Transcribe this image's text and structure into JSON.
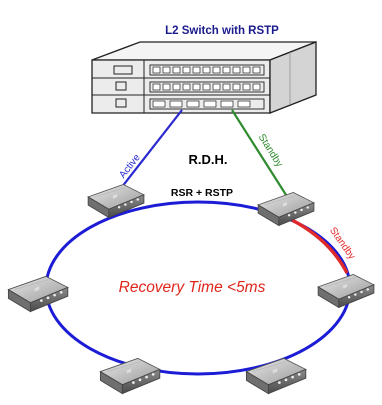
{
  "switch": {
    "title": "L2 Switch with RSTP",
    "icon": "switch-icon"
  },
  "uplinks": {
    "active_label": "Active",
    "standby_label": "Standby",
    "active_color": "#2a2ad0",
    "standby_color": "#2e8b2e"
  },
  "labels": {
    "rdh": "R.D.H.",
    "ring_protocol": "RSR + RSTP",
    "ring_standby": "Standby",
    "recovery": "Recovery Time <5ms"
  },
  "colors": {
    "ring": "#1c1cd6",
    "standby_segment": "#e02a2a",
    "recovery_text": "#e0261c",
    "title_text": "#1a1a8c"
  },
  "ring_nodes": [
    {
      "id": "node-top-left",
      "icon": "device-icon"
    },
    {
      "id": "node-top-right",
      "icon": "device-icon"
    },
    {
      "id": "node-left",
      "icon": "device-icon"
    },
    {
      "id": "node-right",
      "icon": "device-icon"
    },
    {
      "id": "node-bottom-left",
      "icon": "device-icon"
    },
    {
      "id": "node-bottom-right",
      "icon": "device-icon"
    }
  ]
}
